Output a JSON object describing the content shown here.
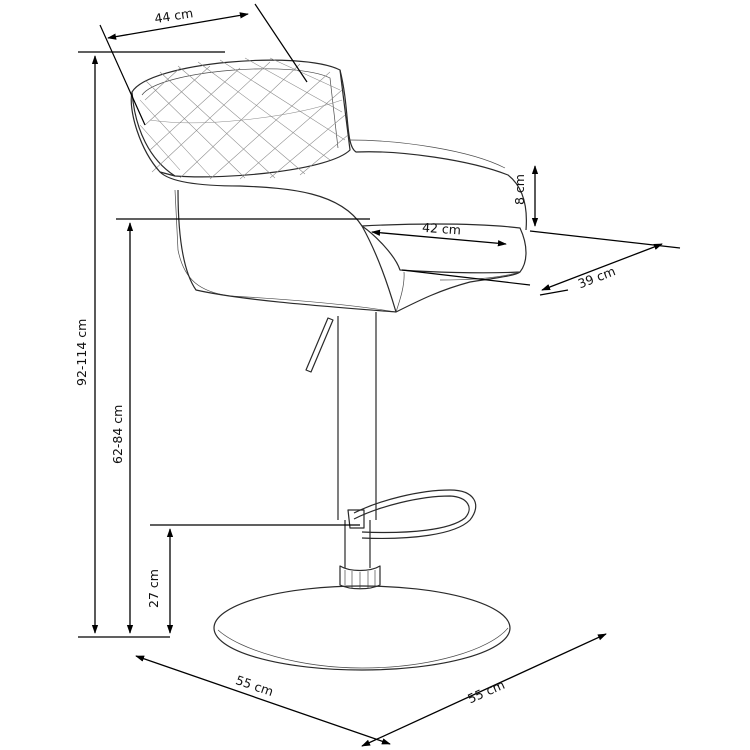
{
  "dimensions": {
    "seat_width_top": "44 cm",
    "total_height": "92-114 cm",
    "seat_height": "62-84 cm",
    "footrest_height": "27 cm",
    "armrest_height": "8 cm",
    "seat_width": "42 cm",
    "seat_depth": "39 cm",
    "base_width_left": "55 cm",
    "base_width_right": "55 cm"
  }
}
